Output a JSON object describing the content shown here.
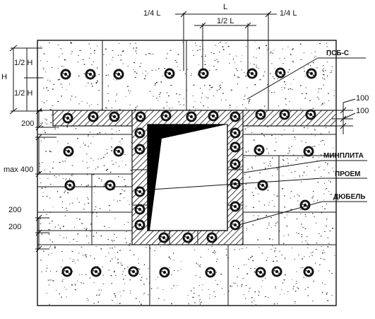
{
  "labels": {
    "quarter_left": "1/4 L",
    "full_l": "L",
    "half_l": "1/2 L",
    "quarter_right": "1/4 L",
    "half_h_top": "1/2 H",
    "half_h_bottom": "1/2 H",
    "h": "H",
    "dim_200_top": "200",
    "max_400": "max 400",
    "dim_200_mid": "200",
    "dim_200_low": "200",
    "dim_100_a": "100",
    "dim_100_b": "100",
    "psb": "ПСБ-С",
    "minplita": "МИНПЛИТА",
    "proem": "ПРОЕМ",
    "dubel": "ДЮБЕЛЬ"
  },
  "colors": {
    "line": "#111111",
    "fill": "#ffffff",
    "opening_shadow": "#000000"
  }
}
